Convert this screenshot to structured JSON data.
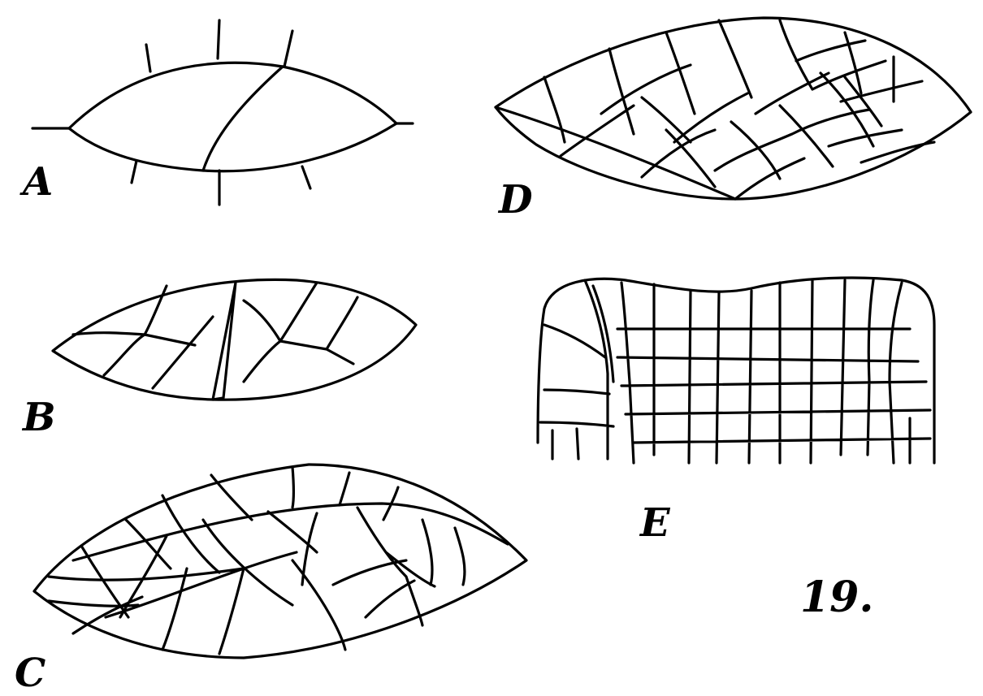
{
  "figure_number": "19.",
  "panels": [
    {
      "id": "A",
      "label": "A"
    },
    {
      "id": "B",
      "label": "B"
    },
    {
      "id": "C",
      "label": "C"
    },
    {
      "id": "D",
      "label": "D"
    },
    {
      "id": "E",
      "label": "E"
    }
  ],
  "colors": {
    "ink": "#000000",
    "paper": "#ffffff"
  }
}
